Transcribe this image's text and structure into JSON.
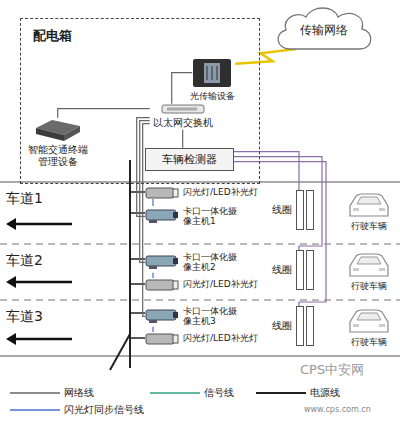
{
  "diagram": {
    "nodes": [
      {
        "text": [
          "配电箱"
        ]
      },
      {
        "text": [
          "智能交通终端管理设备"
        ],
        "in": 0
      },
      {
        "text": [
          "光传输设备"
        ],
        "in": 0
      },
      {
        "text": [
          "以太网交换机"
        ],
        "in": 0
      },
      {
        "text": [
          "车辆检测器"
        ],
        "in": 0
      },
      {
        "text": [
          "传输网络"
        ]
      },
      {
        "text": [
          "卡口一体化摄像主机1"
        ]
      },
      {
        "text": [
          "闪光灯/LED补光灯"
        ]
      },
      {
        "text": [
          "卡口一体化摄像主机2"
        ]
      },
      {
        "text": [
          "闪光灯/LED补光灯"
        ]
      },
      {
        "text": [
          "卡口一体化摄像主机3"
        ]
      },
      {
        "text": [
          "闪光灯/LED补光灯"
        ]
      },
      {
        "text": [
          "线圈"
        ]
      },
      {
        "text": [
          "线圈"
        ]
      },
      {
        "text": [
          "线圈"
        ]
      },
      {
        "text": [
          "行驶车辆"
        ]
      },
      {
        "text": [
          "行驶车辆"
        ]
      },
      {
        "text": [
          "行驶车辆"
        ]
      }
    ],
    "edges": [
      {
        "from": 1,
        "to": 3,
        "arrow": "none"
      },
      {
        "from": 2,
        "to": 3,
        "arrow": "none"
      },
      {
        "from": 3,
        "to": 4,
        "arrow": "none"
      },
      {
        "from": 2,
        "to": 5,
        "arrow": "none"
      },
      {
        "from": 6,
        "to": 3,
        "arrow": "none"
      },
      {
        "from": 8,
        "to": 3,
        "arrow": "none"
      },
      {
        "from": 10,
        "to": 3,
        "arrow": "none"
      },
      {
        "from": 6,
        "to": 7,
        "arrow": "none"
      },
      {
        "from": 8,
        "to": 9,
        "arrow": "none"
      },
      {
        "from": 10,
        "to": 11,
        "arrow": "none"
      },
      {
        "from": 12,
        "to": 4,
        "arrow": "none"
      },
      {
        "from": 13,
        "to": 4,
        "arrow": "none"
      },
      {
        "from": 14,
        "to": 4,
        "arrow": "none"
      }
    ],
    "labels": [
      "车道1",
      "车道2",
      "车道3",
      "CPS中安网",
      "www.cps.com.cn"
    ],
    "legend": [
      {
        "text": "网络线"
      },
      {
        "text": "信号线"
      },
      {
        "text": "电源线"
      },
      {
        "text": "闪光灯同步信号线"
      }
    ]
  }
}
